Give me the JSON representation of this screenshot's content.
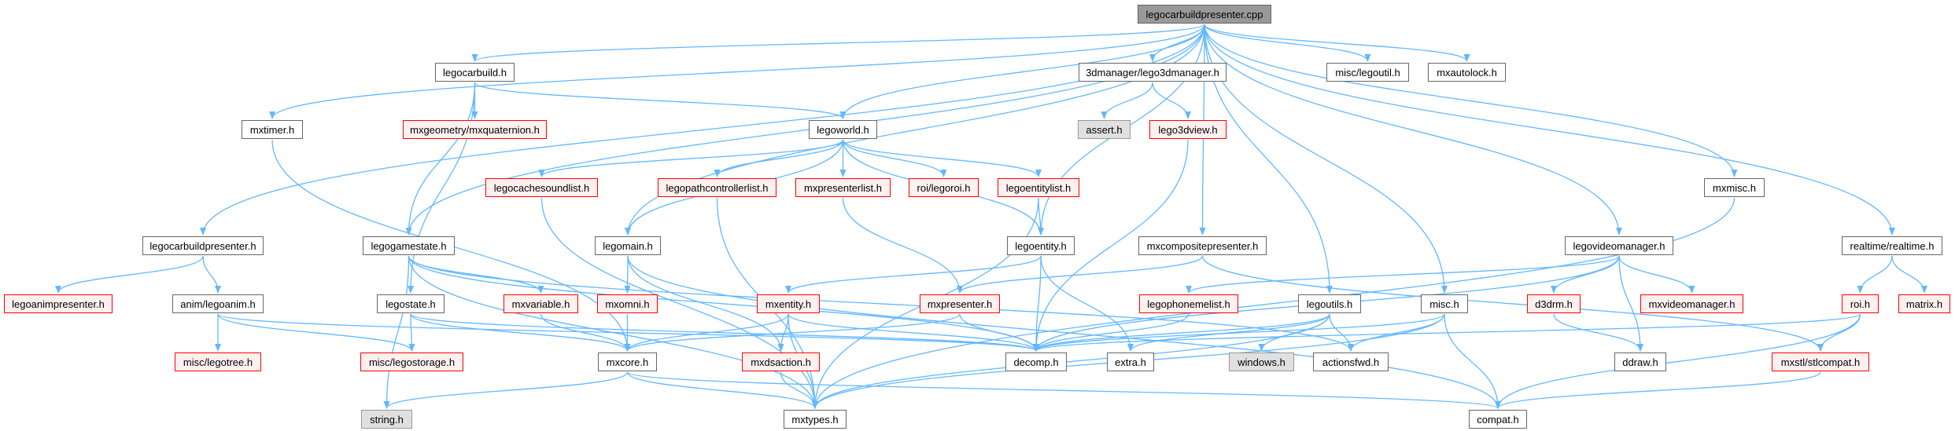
{
  "colors": {
    "edge": "#63b8ff",
    "normal_border": "#666666",
    "missing_border": "#ff0000",
    "missing_fill": "#fff0f0",
    "system_fill": "#e0e0e0",
    "root_fill": "#999999"
  },
  "nodes": [
    {
      "label": "legocarbuildpresenter.cpp",
      "kind": "root"
    },
    {
      "label": "legocarbuild.h",
      "kind": "normal"
    },
    {
      "label": "3dmanager/lego3dmanager.h",
      "kind": "normal"
    },
    {
      "label": "misc/legoutil.h",
      "kind": "normal"
    },
    {
      "label": "mxautolock.h",
      "kind": "normal"
    },
    {
      "label": "mxtimer.h",
      "kind": "normal"
    },
    {
      "label": "mxgeometry/mxquaternion.h",
      "kind": "red"
    },
    {
      "label": "legoworld.h",
      "kind": "normal"
    },
    {
      "label": "assert.h",
      "kind": "gray"
    },
    {
      "label": "lego3dview.h",
      "kind": "red"
    },
    {
      "label": "legocachesoundlist.h",
      "kind": "red"
    },
    {
      "label": "legopathcontrollerlist.h",
      "kind": "red"
    },
    {
      "label": "mxpresenterlist.h",
      "kind": "red"
    },
    {
      "label": "roi/legoroi.h",
      "kind": "red"
    },
    {
      "label": "legoentitylist.h",
      "kind": "red"
    },
    {
      "label": "mxmisc.h",
      "kind": "normal"
    },
    {
      "label": "legocarbuildpresenter.h",
      "kind": "normal"
    },
    {
      "label": "legogamestate.h",
      "kind": "normal"
    },
    {
      "label": "legomain.h",
      "kind": "normal"
    },
    {
      "label": "legoentity.h",
      "kind": "normal"
    },
    {
      "label": "mxcompositepresenter.h",
      "kind": "normal"
    },
    {
      "label": "legovideomanager.h",
      "kind": "normal"
    },
    {
      "label": "realtime/realtime.h",
      "kind": "normal"
    },
    {
      "label": "legoanimpresenter.h",
      "kind": "red"
    },
    {
      "label": "anim/legoanim.h",
      "kind": "normal"
    },
    {
      "label": "legostate.h",
      "kind": "normal"
    },
    {
      "label": "mxvariable.h",
      "kind": "red"
    },
    {
      "label": "mxomni.h",
      "kind": "red"
    },
    {
      "label": "mxentity.h",
      "kind": "red"
    },
    {
      "label": "mxpresenter.h",
      "kind": "red"
    },
    {
      "label": "legophonemelist.h",
      "kind": "red"
    },
    {
      "label": "legoutils.h",
      "kind": "normal"
    },
    {
      "label": "misc.h",
      "kind": "normal"
    },
    {
      "label": "d3drm.h",
      "kind": "red"
    },
    {
      "label": "mxvideomanager.h",
      "kind": "red"
    },
    {
      "label": "roi.h",
      "kind": "red"
    },
    {
      "label": "matrix.h",
      "kind": "red"
    },
    {
      "label": "misc/legotree.h",
      "kind": "red"
    },
    {
      "label": "misc/legostorage.h",
      "kind": "red"
    },
    {
      "label": "mxcore.h",
      "kind": "normal"
    },
    {
      "label": "mxdsaction.h",
      "kind": "red"
    },
    {
      "label": "decomp.h",
      "kind": "normal"
    },
    {
      "label": "extra.h",
      "kind": "normal"
    },
    {
      "label": "windows.h",
      "kind": "gray"
    },
    {
      "label": "actionsfwd.h",
      "kind": "normal"
    },
    {
      "label": "ddraw.h",
      "kind": "normal"
    },
    {
      "label": "mxstl/stlcompat.h",
      "kind": "red"
    },
    {
      "label": "string.h",
      "kind": "gray"
    },
    {
      "label": "mxtypes.h",
      "kind": "normal"
    },
    {
      "label": "compat.h",
      "kind": "normal"
    }
  ],
  "edges": [
    [
      0,
      1
    ],
    [
      0,
      5
    ],
    [
      0,
      16
    ],
    [
      0,
      17
    ],
    [
      0,
      18
    ],
    [
      0,
      7
    ],
    [
      0,
      19
    ],
    [
      0,
      2
    ],
    [
      0,
      3
    ],
    [
      0,
      4
    ],
    [
      0,
      20
    ],
    [
      0,
      31
    ],
    [
      0,
      32
    ],
    [
      0,
      21
    ],
    [
      0,
      15
    ],
    [
      0,
      22
    ],
    [
      1,
      7
    ],
    [
      1,
      6
    ],
    [
      1,
      17
    ],
    [
      1,
      25
    ],
    [
      5,
      39
    ],
    [
      2,
      8
    ],
    [
      2,
      9
    ],
    [
      9,
      41
    ],
    [
      7,
      10
    ],
    [
      7,
      18
    ],
    [
      7,
      11
    ],
    [
      7,
      12
    ],
    [
      7,
      13
    ],
    [
      7,
      14
    ],
    [
      7,
      19
    ],
    [
      10,
      48
    ],
    [
      11,
      48
    ],
    [
      12,
      29
    ],
    [
      14,
      19
    ],
    [
      14,
      48
    ],
    [
      16,
      23
    ],
    [
      16,
      24
    ],
    [
      17,
      47
    ],
    [
      17,
      48
    ],
    [
      17,
      26
    ],
    [
      17,
      41
    ],
    [
      17,
      44
    ],
    [
      18,
      27
    ],
    [
      18,
      40
    ],
    [
      18,
      49
    ],
    [
      19,
      28
    ],
    [
      19,
      41
    ],
    [
      19,
      42
    ],
    [
      20,
      29
    ],
    [
      20,
      46
    ],
    [
      24,
      37
    ],
    [
      24,
      38
    ],
    [
      24,
      41
    ],
    [
      25,
      38
    ],
    [
      25,
      39
    ],
    [
      25,
      41
    ],
    [
      26,
      39
    ],
    [
      27,
      39
    ],
    [
      28,
      39
    ],
    [
      28,
      40
    ],
    [
      28,
      48
    ],
    [
      28,
      41
    ],
    [
      29,
      39
    ],
    [
      29,
      41
    ],
    [
      30,
      41
    ],
    [
      31,
      41
    ],
    [
      31,
      42
    ],
    [
      31,
      43
    ],
    [
      31,
      44
    ],
    [
      31,
      48
    ],
    [
      32,
      41
    ],
    [
      32,
      44
    ],
    [
      32,
      49
    ],
    [
      32,
      48
    ],
    [
      21,
      33
    ],
    [
      21,
      34
    ],
    [
      21,
      45
    ],
    [
      21,
      30
    ],
    [
      21,
      41
    ],
    [
      33,
      45
    ],
    [
      15,
      48
    ],
    [
      22,
      35
    ],
    [
      22,
      36
    ],
    [
      35,
      46
    ],
    [
      35,
      49
    ],
    [
      35,
      41
    ],
    [
      46,
      49
    ],
    [
      39,
      47
    ],
    [
      39,
      48
    ],
    [
      39,
      49
    ],
    [
      40,
      48
    ]
  ]
}
